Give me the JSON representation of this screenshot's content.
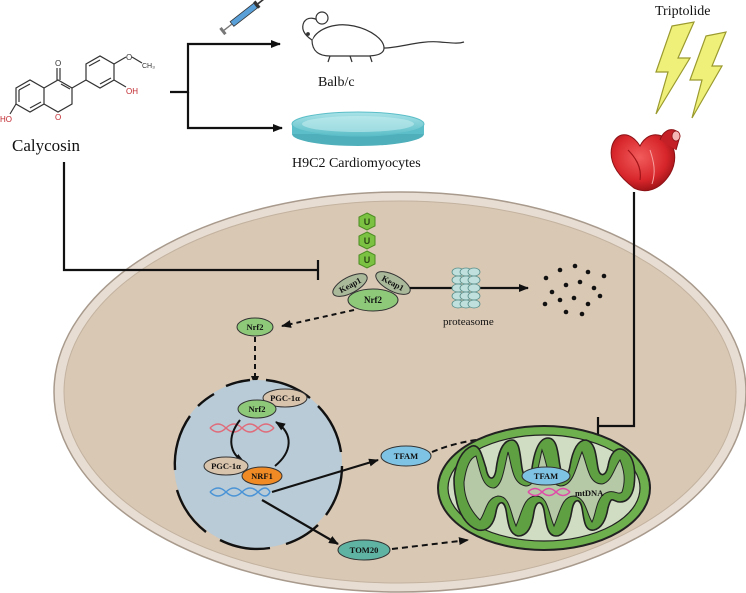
{
  "labels": {
    "compound": "Calycosin",
    "mouse": "Balb/c",
    "cells": "H9C2 Cardiomyocytes",
    "toxin": "Triptolide",
    "proteasome": "proteasome",
    "mtdna": "mtDNA"
  },
  "molecule": {
    "ketone_o": "O",
    "methoxy": "O",
    "methyl": "CH₃",
    "hydroxyl_right": "OH",
    "ring_o": "O",
    "hydroxyl_left": "HO"
  },
  "proteins": {
    "ubiquitin": "U",
    "keap1": "Keap1",
    "nrf2": "Nrf2",
    "pgc1a": "PGC-1α",
    "nrf1": "NRF1",
    "tfam": "TFAM",
    "tom20": "TOM20"
  },
  "colors": {
    "cell_fill": "#d9c8b4",
    "cell_border": "#bfb0a0",
    "nucleus_fill": "#b9cbd6",
    "mito_outer": "#6fb04e",
    "mito_inner": "#b5c9a6",
    "nrf2": "#8ec97a",
    "keap1": "#a9b99a",
    "ubiquitin": "#7cc242",
    "pgc1a": "#d8c3ad",
    "nrf1": "#f08a24",
    "tfam": "#7ec3e3",
    "tom20": "#5fb3a3",
    "dish": "#7ccfd6",
    "lightning": "#eef07a",
    "heart": "#d7262b"
  }
}
